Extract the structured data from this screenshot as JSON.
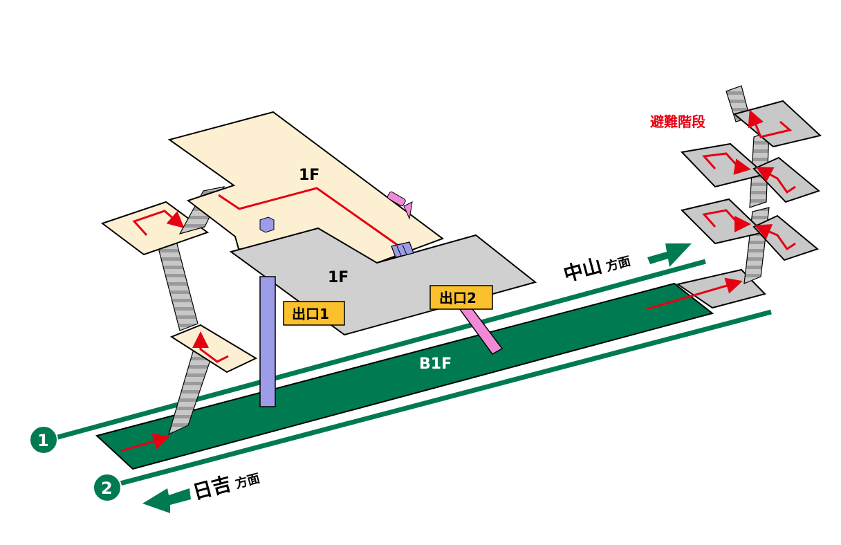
{
  "labels": {
    "upper_1f": "1F",
    "lower_1f": "1F",
    "b1f": "B1F",
    "exit1": "出口1",
    "exit2": "出口2",
    "emergency_stairs": "避難階段",
    "dir_nakayama_main": "中山",
    "dir_nakayama_sub": "方面",
    "dir_hiyoshi_main": "日吉",
    "dir_hiyoshi_sub": "方面",
    "track1": "1",
    "track2": "2"
  },
  "colors": {
    "platform_green": "#007a50",
    "track_green": "#007a50",
    "upper_floor_beige": "#fcefd2",
    "concourse_gray": "#d0d0d0",
    "route_red": "#e60012",
    "elevator_purple": "#9c9ce8",
    "escalator_pink": "#f08ad8",
    "exit_label_yellow": "#fbc02d",
    "stair_gray": "#b5b5b5"
  }
}
